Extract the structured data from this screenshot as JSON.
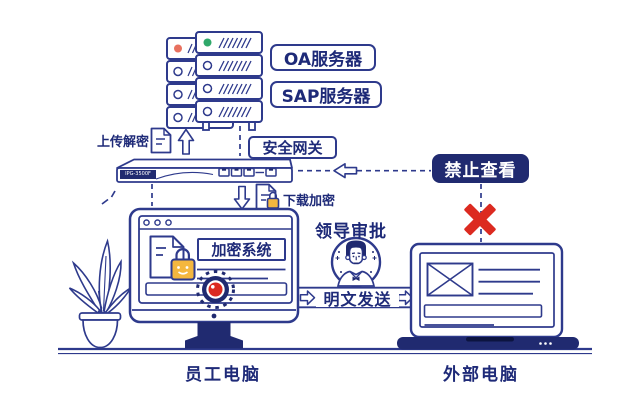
{
  "servers": {
    "oa_label": "OA服务器",
    "sap_label": "SAP服务器"
  },
  "gateway": {
    "label": "安全网关",
    "model": "IPG-3500F",
    "upload_label": "上传解密",
    "download_label": "下载加密"
  },
  "employee_pc": {
    "app_label": "加密系统",
    "caption": "员工电脑"
  },
  "flow": {
    "approval_label": "领导审批",
    "send_label": "明文发送",
    "forbidden_label": "禁止查看"
  },
  "external_pc": {
    "caption": "外部电脑"
  },
  "colors": {
    "line_navy": "#2e3a8c",
    "fill_navy": "#202a70",
    "alert_red": "#dc2a20",
    "led_green": "#2fa86a",
    "led_red": "#e8715f",
    "lock_gold": "#f4b73f"
  }
}
